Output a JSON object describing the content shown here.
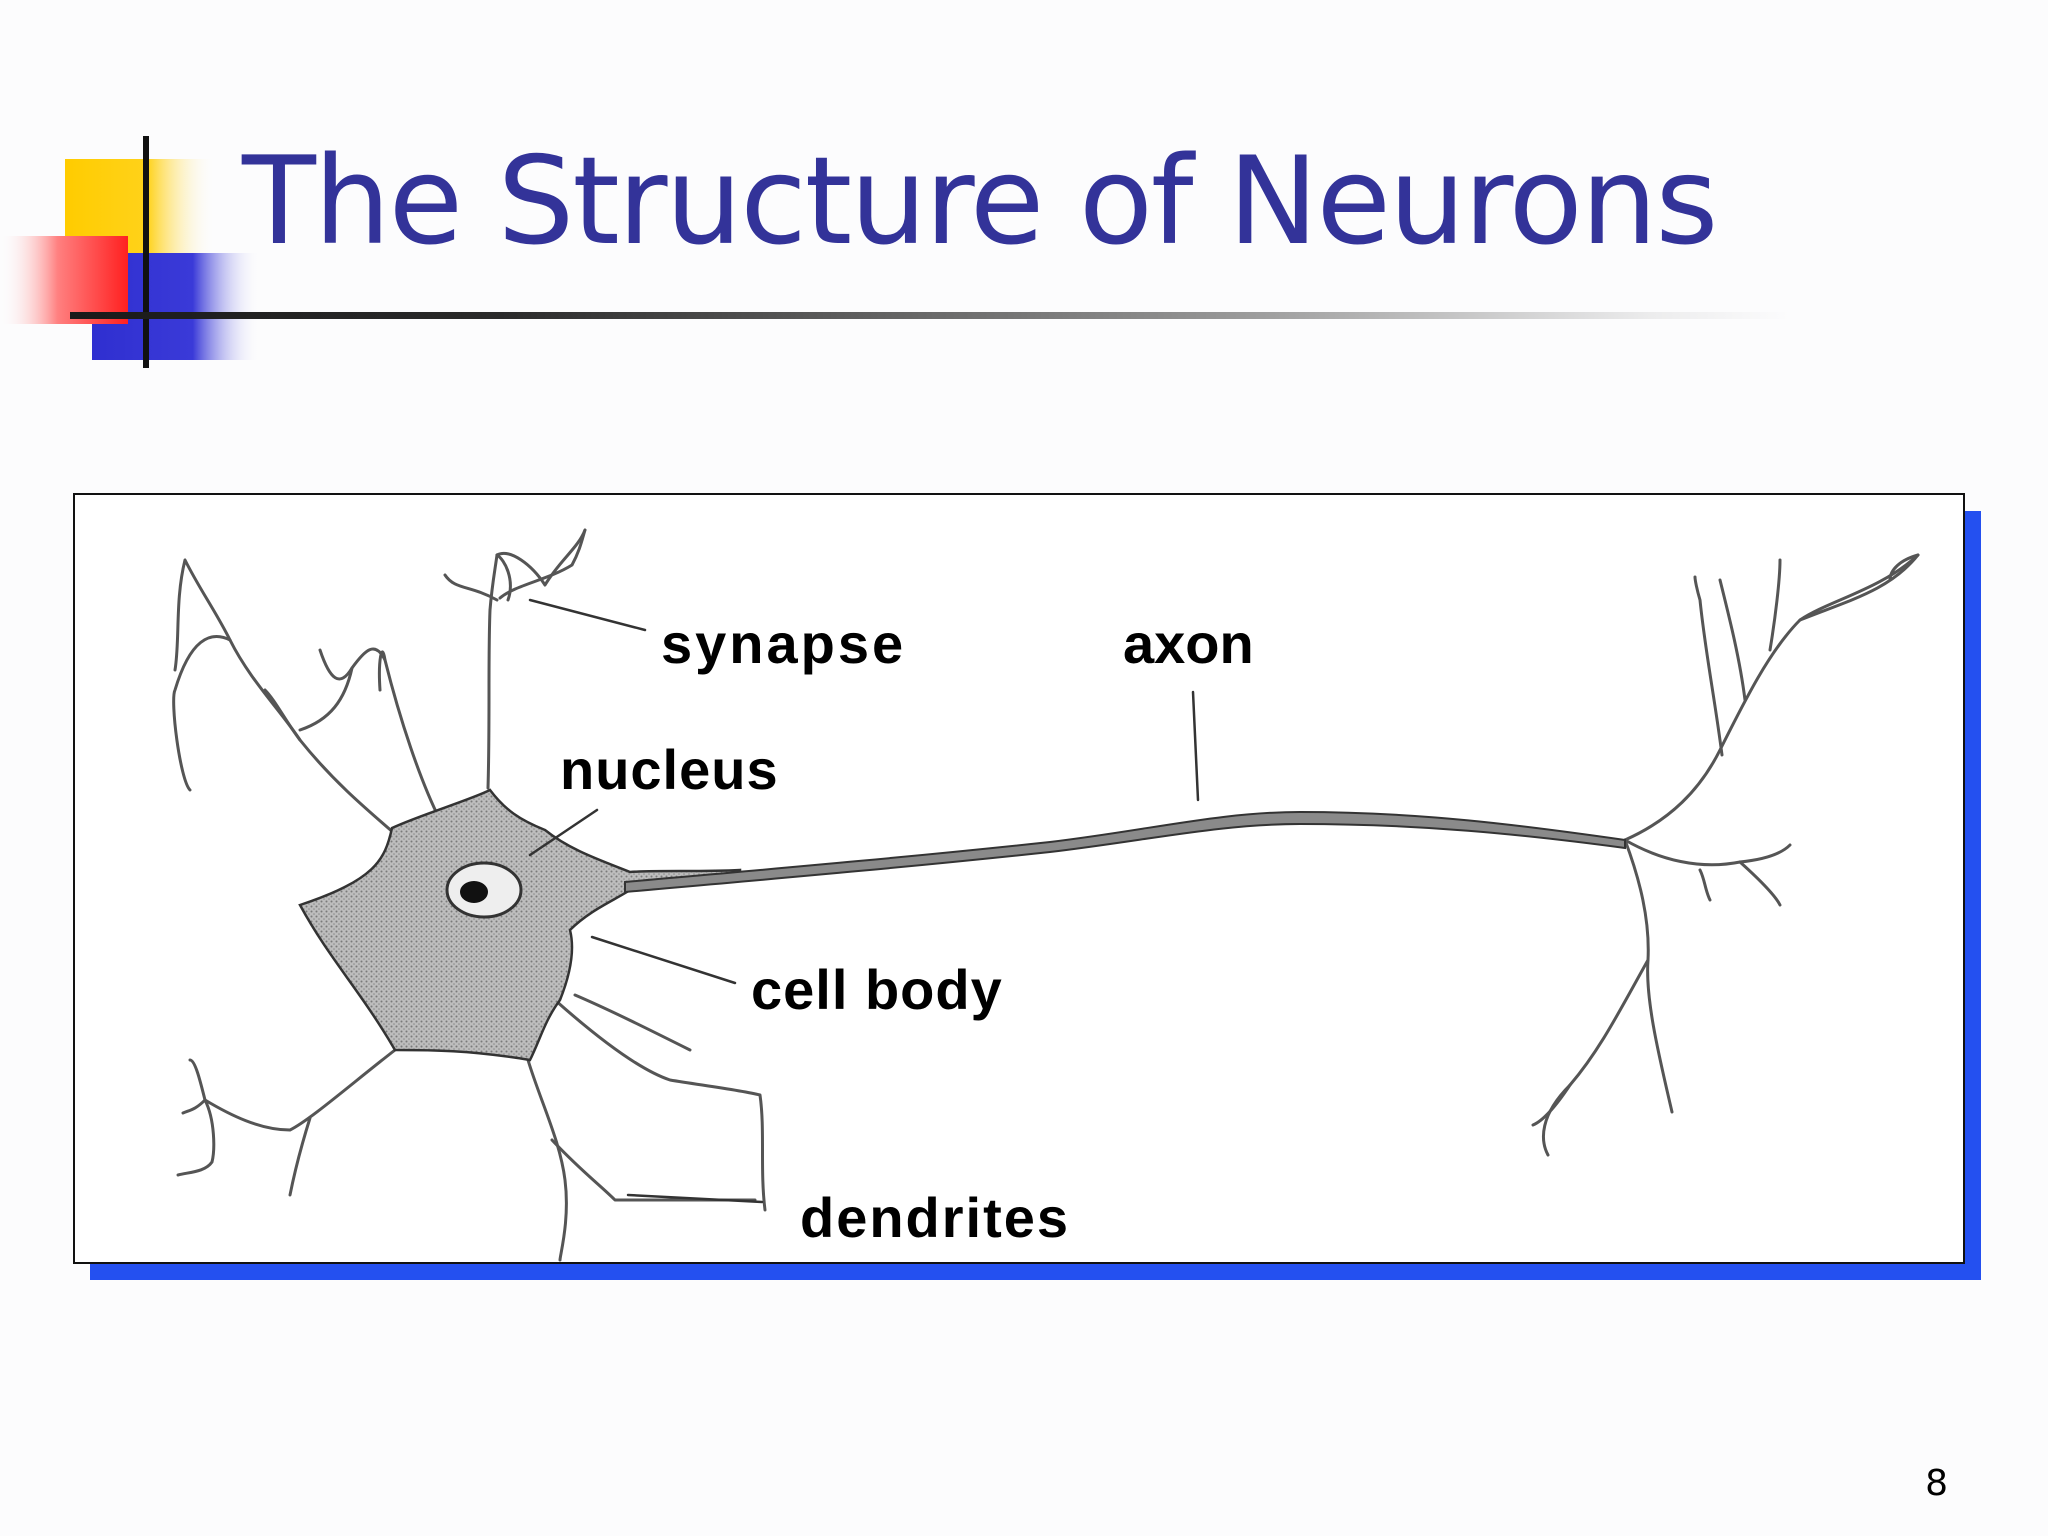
{
  "slide": {
    "title": "The Structure of Neurons",
    "page_number": "8"
  },
  "diagram": {
    "labels": {
      "synapse": "synapse",
      "axon": "axon",
      "nucleus": "nucleus",
      "cell_body": "cell body",
      "dendrites": "dendrites"
    }
  },
  "colors": {
    "title": "#333399",
    "accent_yellow": "#ffcc00",
    "accent_red": "#ff3333",
    "accent_blue": "#3333cc",
    "frame_shadow": "#2450f0",
    "cell_fill": "#b8b8b8"
  }
}
